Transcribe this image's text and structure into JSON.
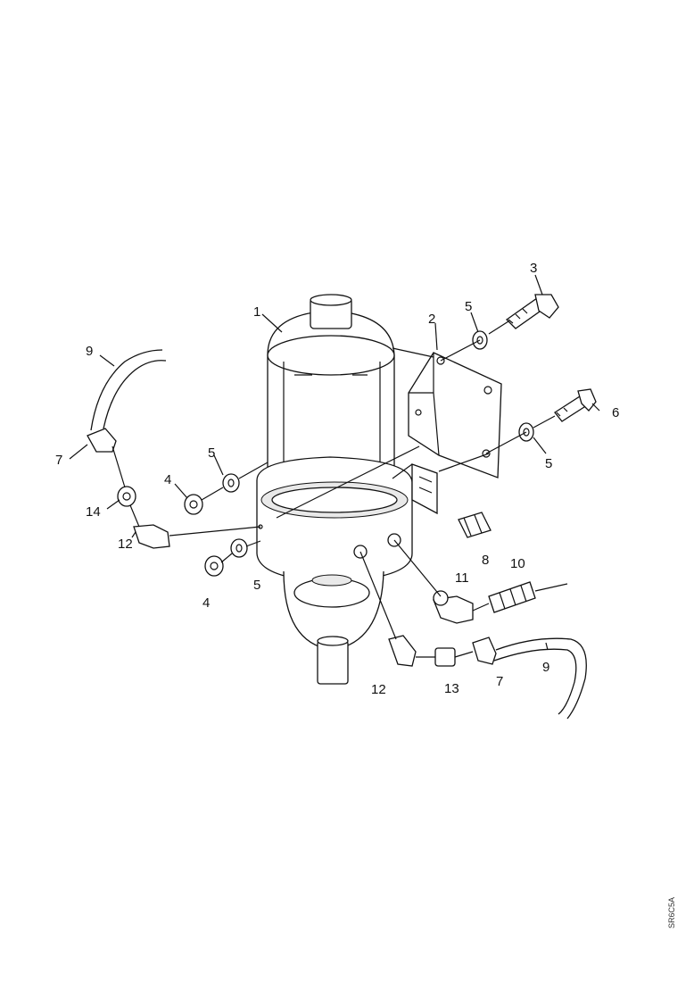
{
  "diagram": {
    "callouts": {
      "c1": "1",
      "c2": "2",
      "c3": "3",
      "c4a": "4",
      "c4b": "4",
      "c5a": "5",
      "c5b": "5",
      "c5c": "5",
      "c5d": "5",
      "c6": "6",
      "c7a": "7",
      "c7b": "7",
      "c8": "8",
      "c9a": "9",
      "c9b": "9",
      "c10": "10",
      "c11": "11",
      "c12a": "12",
      "c12b": "12",
      "c13": "13",
      "c14": "14"
    },
    "ref_code": "SR6C5A"
  }
}
